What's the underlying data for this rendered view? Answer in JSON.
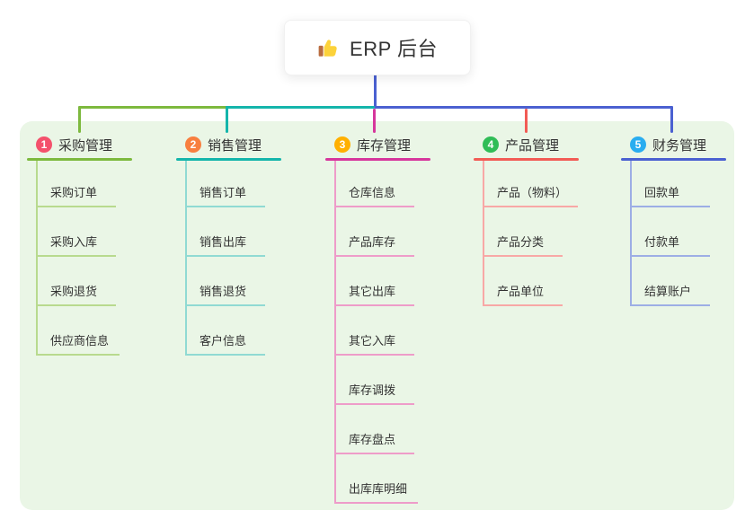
{
  "root": {
    "label": "ERP 后台",
    "icon": "thumbs-up"
  },
  "branches": [
    {
      "num": "1",
      "title": "采购管理",
      "badge_color": "#f4516c",
      "line_color": "#7db93e",
      "child_line_color": "#b8da8e",
      "children": [
        "采购订单",
        "采购入库",
        "采购退货",
        "供应商信息"
      ]
    },
    {
      "num": "2",
      "title": "销售管理",
      "badge_color": "#f87f3f",
      "line_color": "#14b5ab",
      "child_line_color": "#90dad3",
      "children": [
        "销售订单",
        "销售出库",
        "销售退货",
        "客户信息"
      ]
    },
    {
      "num": "3",
      "title": "库存管理",
      "badge_color": "#ffb000",
      "line_color": "#d6369c",
      "child_line_color": "#ee9cc9",
      "children": [
        "仓库信息",
        "产品库存",
        "其它出库",
        "其它入库",
        "库存调拨",
        "库存盘点",
        "出库库明细"
      ]
    },
    {
      "num": "4",
      "title": "产品管理",
      "badge_color": "#30bd57",
      "line_color": "#f25b55",
      "child_line_color": "#f8a8a6",
      "children": [
        "产品（物料）",
        "产品分类",
        "产品单位"
      ]
    },
    {
      "num": "5",
      "title": "财务管理",
      "badge_color": "#29adf0",
      "line_color": "#4b61d1",
      "child_line_color": "#9daee5",
      "children": [
        "回款单",
        "付款单",
        "结算账户"
      ]
    }
  ]
}
